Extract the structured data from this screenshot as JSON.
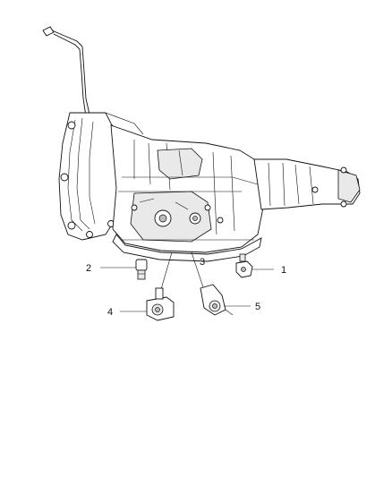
{
  "diagram": {
    "callouts": [
      {
        "id": "1",
        "label": "1"
      },
      {
        "id": "2",
        "label": "2"
      },
      {
        "id": "3",
        "label": "3"
      },
      {
        "id": "4",
        "label": "4"
      },
      {
        "id": "5",
        "label": "5"
      }
    ],
    "line_color": "#111111",
    "background": "#ffffff"
  }
}
